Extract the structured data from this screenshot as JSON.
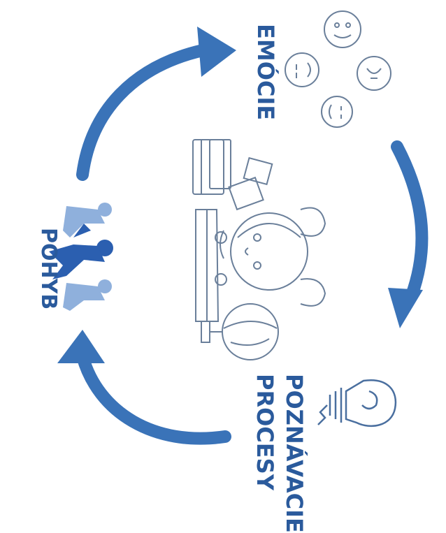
{
  "labels": {
    "emotions": "EMÓCIE",
    "movement": "POHYB",
    "cognitive_line1": "POZNÁVACIE",
    "cognitive_line2": "PROCESY"
  },
  "colors": {
    "arrow": "#3a73b8",
    "label": "#2a5a9c",
    "runner_dark": "#2b5fb0",
    "runner_light": "#8fb0dc",
    "sketch": "#6a7f9a"
  },
  "icons": {
    "emotions": "emotion-faces-icon",
    "movement": "runners-icon",
    "cognitive": "lightbulb-brain-icon",
    "center": "child-studying-illustration"
  }
}
